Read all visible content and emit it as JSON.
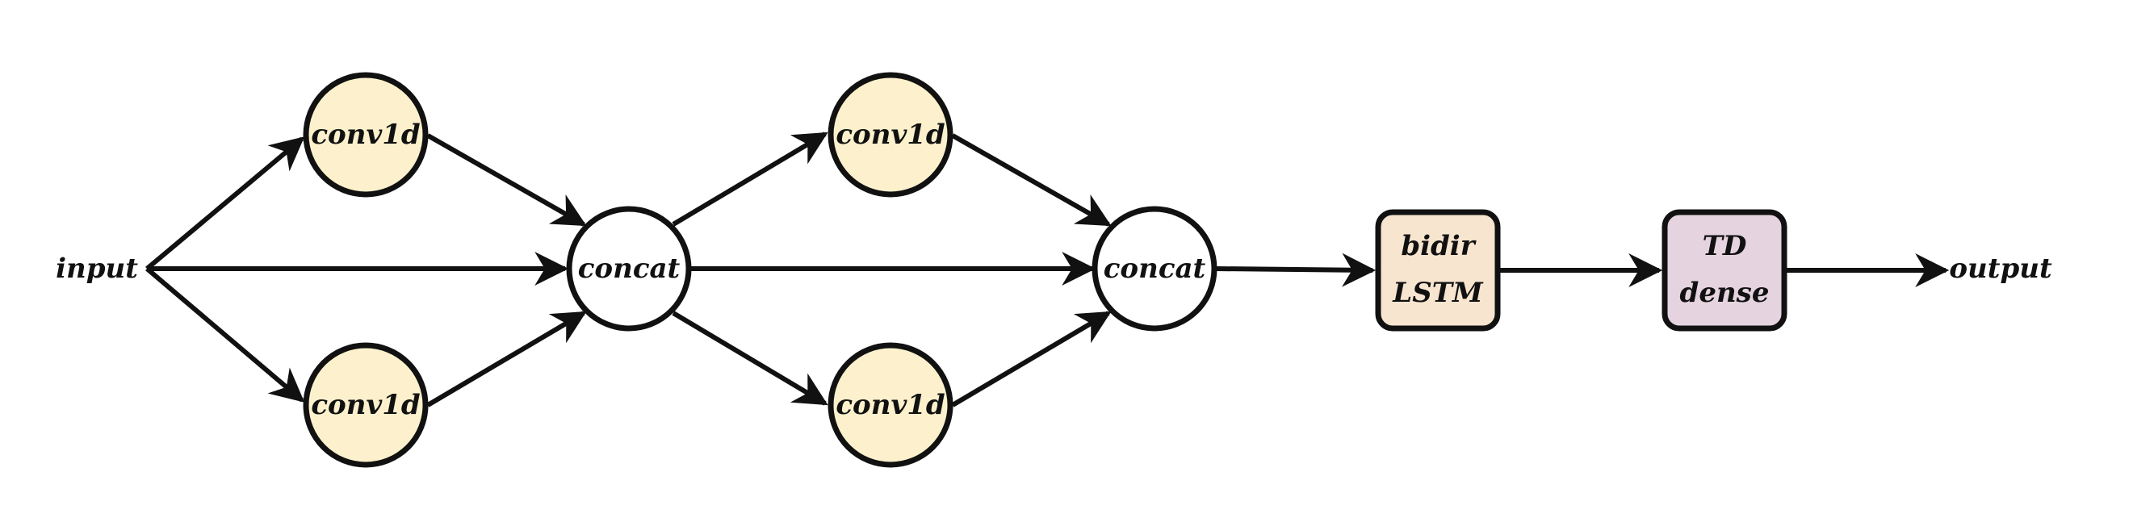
{
  "colors": {
    "stroke": "#111111",
    "conv_fill": "#fcf1cc",
    "concat_fill": "#ffffff",
    "lstm_fill": "#f8e5cf",
    "dense_fill": "#e5d3df"
  },
  "input_label": "input",
  "output_label": "output",
  "conv1d_nodes": [
    {
      "label": "conv1d"
    },
    {
      "label": "conv1d"
    },
    {
      "label": "conv1d"
    },
    {
      "label": "conv1d"
    }
  ],
  "concat_nodes": [
    {
      "label": "concat"
    },
    {
      "label": "concat"
    }
  ],
  "lstm_node": {
    "line1": "bidir",
    "line2": "LSTM"
  },
  "dense_node": {
    "line1": "TD",
    "line2": "dense"
  }
}
